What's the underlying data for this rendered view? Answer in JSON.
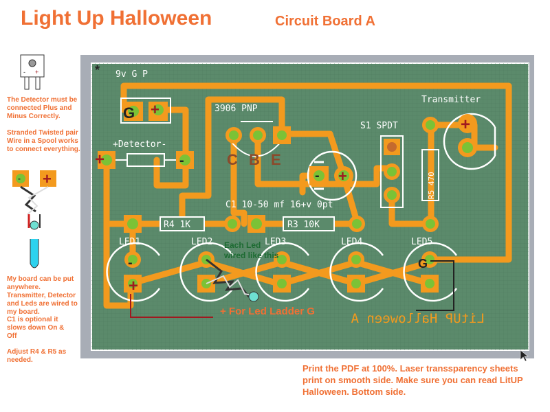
{
  "header": {
    "title": "Light Up Halloween",
    "subtitle": "Circuit Board A"
  },
  "notes": {
    "detector": "The Detector must be connected Plus and Minus Correctly.",
    "wire": "Stranded Twisted pair Wire in a Spool works to connect everything.",
    "board": "My board can be put anywhere. Transmitter, Detector and Leds are wired to my board.",
    "c1": "C1 is optional it slows down On & Off",
    "adjust": "Adjust R4 & R5 as needed."
  },
  "bottom_note": "Print the PDF at 100%. Laser transsparency sheets print on smooth side. Make sure you can read LitUP Halloween. Bottom side.",
  "board": {
    "power_label": "9v G P",
    "g_label": "G",
    "detector_label": "+Detector-",
    "transistor_label": "3906 PNP",
    "cbe_label": "C B E",
    "s1_label": "S1 SPDT",
    "transmitter_label": "Transmitter",
    "r5_label": "R5 470",
    "c1_label": "C1 10-50 mf 16+v 0pt",
    "r4_label": "R4 1K",
    "r3_label": "R3 10K",
    "led_labels": [
      "LED1",
      "LED2",
      "LED3",
      "LED4",
      "LED5"
    ],
    "each_led_label": "Each Led wired like this",
    "ladder_label": "+ For Led Ladder G",
    "mirror_label": "LitUP Halloween A"
  },
  "colors": {
    "accent": "#f07034",
    "board": "#5b8a6b",
    "trace": "#f39a1e",
    "pad": "#7bc236",
    "frame": "#a8adb6",
    "plus": "#a0191f"
  }
}
